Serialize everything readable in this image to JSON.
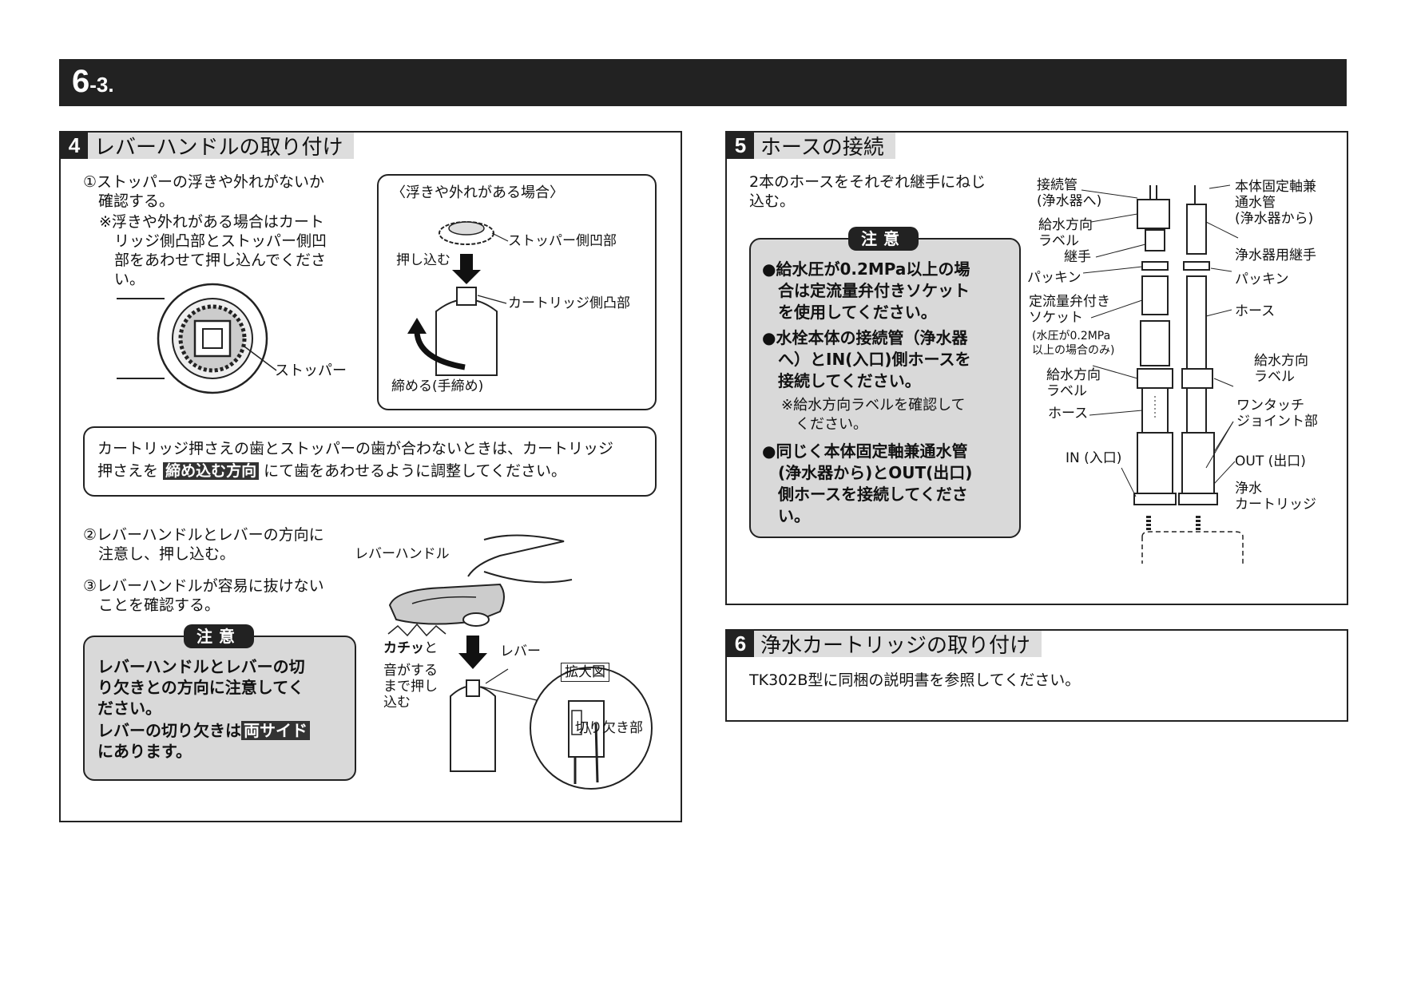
{
  "header": {
    "section_major": "6",
    "section_minor": "-3."
  },
  "sec4": {
    "number": "4",
    "title": "レバーハンドルの取り付け",
    "step1": "①ストッパーの浮きや外れがないか\n　確認する。",
    "step1_note": "※浮きや外れがある場合はカート\n　リッジ側凸部とストッパー側凹\n　部をあわせて押し込んでくださ\n　い。",
    "stopper_label": "ストッパー",
    "inset_title": "〈浮きや外れがある場合〉",
    "inset_push": "押し込む",
    "inset_stopper_recess": "ストッパー側凹部",
    "inset_cartridge_boss": "カートリッジ側凸部",
    "inset_tighten": "締める(手締め)",
    "note_line1": "カートリッジ押さえの歯とストッパーの歯が合わないときは、カートリッジ",
    "note_line2_pre": "押さえを",
    "note_line2_hl": "締め込む方向",
    "note_line2_post": "にて歯をあわせるように調整してください。",
    "step2": "②レバーハンドルとレバーの方向に\n　注意し、押し込む。",
    "step3": "③レバーハンドルが容易に抜けない\n　ことを確認する。",
    "caution_badge": "注意",
    "caution_text": "レバーハンドルとレバーの切\nり欠きとの方向に注意してく\nださい。",
    "caution_text2_pre": "レバーの切り欠きは",
    "caution_text2_hl": "両サイド",
    "caution_text3": "にあります。",
    "lever_handle_label": "レバーハンドル",
    "click_label": "カチッ",
    "click_to": "と",
    "sound_label": "音がする\nまで押し\n込む",
    "lever_label": "レバー",
    "zoom_label": "拡大図",
    "notch_label": "切り欠き部"
  },
  "sec5": {
    "number": "5",
    "title": "ホースの接続",
    "intro": "2本のホースをそれぞれ継手にねじ\n込む。",
    "caution_badge": "注意",
    "bullet1": "●給水圧が0.2MPa以上の場\n　合は定流量弁付きソケット\n　を使用してください。",
    "bullet2": "●水栓本体の接続管（浄水器\n　へ）とIN(入口)側ホースを\n　接続してください。",
    "bullet2_note": "※給水方向ラベルを確認して\n　ください。",
    "bullet3": "●同じく本体固定軸兼通水管\n　(浄水器から)とOUT(出口)\n　側ホースを接続してくださ\n　い。",
    "labels": {
      "connection_pipe": "接続管\n(浄水器へ)",
      "flow_label_1": "給水方向\nラベル",
      "fitting": "継手",
      "packing_left": "パッキン",
      "socket": "定流量弁付き\nソケット",
      "socket_note": "(水圧が0.2MPa\n以上の場合のみ)",
      "flow_label_2": "給水方向\nラベル",
      "hose_left": "ホース",
      "in_label": "IN (入口)",
      "body_pipe": "本体固定軸兼\n通水管\n(浄水器から)",
      "purifier_fitting": "浄水器用継手",
      "packing_right": "パッキン",
      "hose_right": "ホース",
      "flow_label_3": "給水方向\nラベル",
      "one_touch": "ワンタッチ\nジョイント部",
      "out_label": "OUT (出口)",
      "cartridge": "浄水\nカートリッジ"
    }
  },
  "sec6": {
    "number": "6",
    "title": "浄水カートリッジの取り付け",
    "text": "TK302B型に同梱の説明書を参照してください。"
  }
}
